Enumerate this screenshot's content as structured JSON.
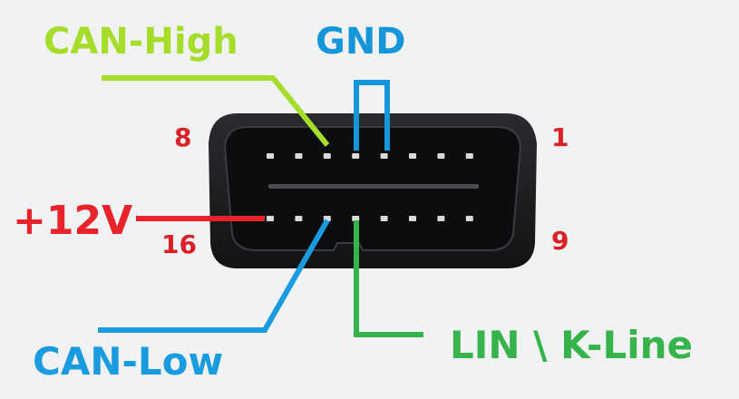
{
  "colors": {
    "background": "#f1f2f3",
    "connector_body": "#1b1c1e",
    "connector_face": "#0c0d0e",
    "pin": "#d9dadb",
    "can_high": "#a6dd2a",
    "gnd": "#1596d8",
    "v12": "#e8242b",
    "can_low": "#1a9be0",
    "lin": "#36b34a",
    "pin_number": "#d92127"
  },
  "labels": {
    "can_high": "CAN-High",
    "gnd": "GND",
    "v12": "+12V",
    "can_low": "CAN-Low",
    "lin": "LIN \\ K-Line"
  },
  "pin_numbers": {
    "top_left": "8",
    "top_right": "1",
    "bottom_left": "16",
    "bottom_right": "9"
  },
  "pins": {
    "per_row": 8
  }
}
